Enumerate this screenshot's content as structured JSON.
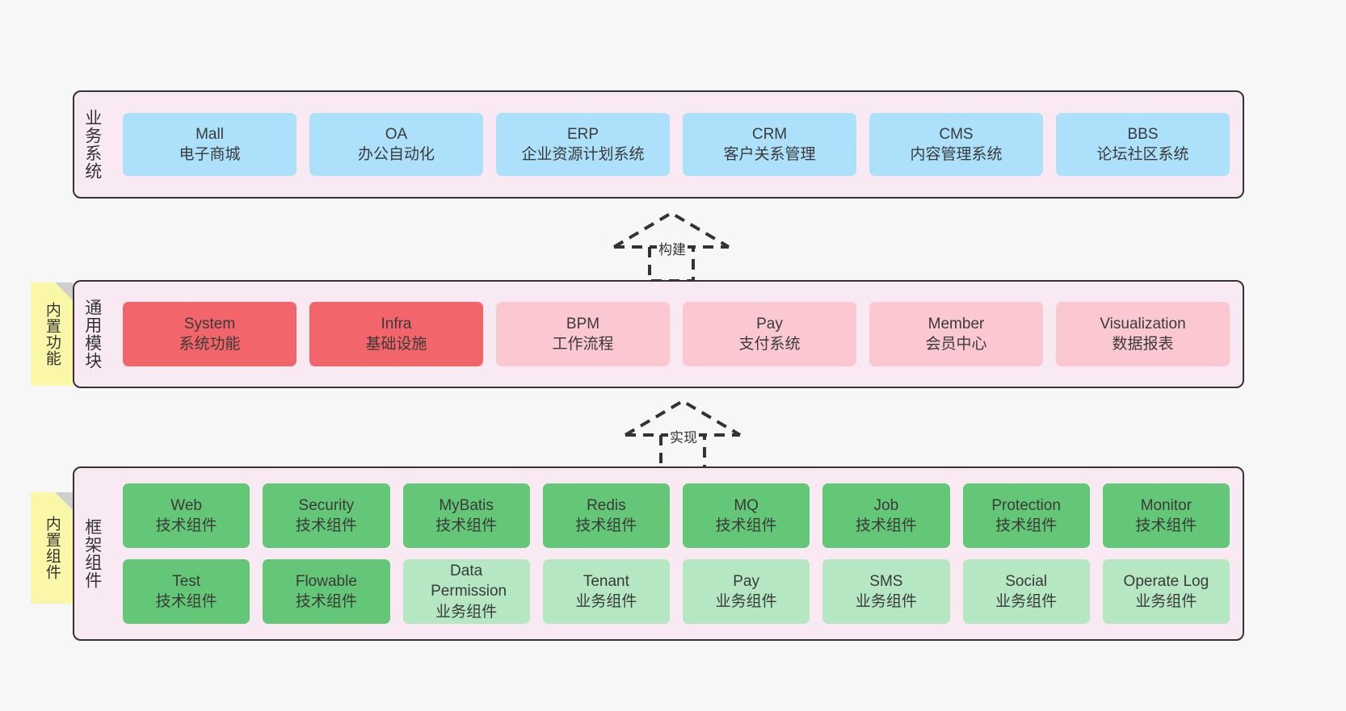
{
  "diagram": {
    "background_color": "#f7f7f7",
    "panel_color": "#f9e9f3",
    "panel_border_color": "#333333",
    "note_color": "#fbf7a8"
  },
  "notes": [
    {
      "label": "内置功能"
    },
    {
      "label": "内置组件"
    }
  ],
  "connectors": [
    {
      "label": "构建"
    },
    {
      "label": "实现"
    }
  ],
  "layers": [
    {
      "title": "业务系统",
      "color": "#ace0fb",
      "cards": [
        {
          "en": "Mall",
          "cn": "电子商城"
        },
        {
          "en": "OA",
          "cn": "办公自动化"
        },
        {
          "en": "ERP",
          "cn": "企业资源计划系统"
        },
        {
          "en": "CRM",
          "cn": "客户关系管理"
        },
        {
          "en": "CMS",
          "cn": "内容管理系统"
        },
        {
          "en": "BBS",
          "cn": "论坛社区系统"
        }
      ]
    },
    {
      "title": "通用模块",
      "colors": {
        "primary": "#f2656a",
        "secondary": "#fbc8d2"
      },
      "cards": [
        {
          "en": "System",
          "cn": "系统功能",
          "variant": "red"
        },
        {
          "en": "Infra",
          "cn": "基础设施",
          "variant": "red"
        },
        {
          "en": "BPM",
          "cn": "工作流程",
          "variant": "pink"
        },
        {
          "en": "Pay",
          "cn": "支付系统",
          "variant": "pink"
        },
        {
          "en": "Member",
          "cn": "会员中心",
          "variant": "pink"
        },
        {
          "en": "Visualization",
          "cn": "数据报表",
          "variant": "pink"
        }
      ]
    },
    {
      "title": "框架组件",
      "colors": {
        "tech": "#63c777",
        "biz": "#b5e7c2"
      },
      "rows": [
        [
          {
            "en": "Web",
            "cn": "技术组件",
            "variant": "green"
          },
          {
            "en": "Security",
            "cn": "技术组件",
            "variant": "green"
          },
          {
            "en": "MyBatis",
            "cn": "技术组件",
            "variant": "green"
          },
          {
            "en": "Redis",
            "cn": "技术组件",
            "variant": "green"
          },
          {
            "en": "MQ",
            "cn": "技术组件",
            "variant": "green"
          },
          {
            "en": "Job",
            "cn": "技术组件",
            "variant": "green"
          },
          {
            "en": "Protection",
            "cn": "技术组件",
            "variant": "green"
          },
          {
            "en": "Monitor",
            "cn": "技术组件",
            "variant": "green"
          }
        ],
        [
          {
            "en": "Test",
            "cn": "技术组件",
            "variant": "green"
          },
          {
            "en": "Flowable",
            "cn": "技术组件",
            "variant": "green"
          },
          {
            "en": "Data Permission",
            "cn": "业务组件",
            "variant": "green-light"
          },
          {
            "en": "Tenant",
            "cn": "业务组件",
            "variant": "green-light"
          },
          {
            "en": "Pay",
            "cn": "业务组件",
            "variant": "green-light"
          },
          {
            "en": "SMS",
            "cn": "业务组件",
            "variant": "green-light"
          },
          {
            "en": "Social",
            "cn": "业务组件",
            "variant": "green-light"
          },
          {
            "en": "Operate Log",
            "cn": "业务组件",
            "variant": "green-light"
          }
        ]
      ]
    }
  ]
}
